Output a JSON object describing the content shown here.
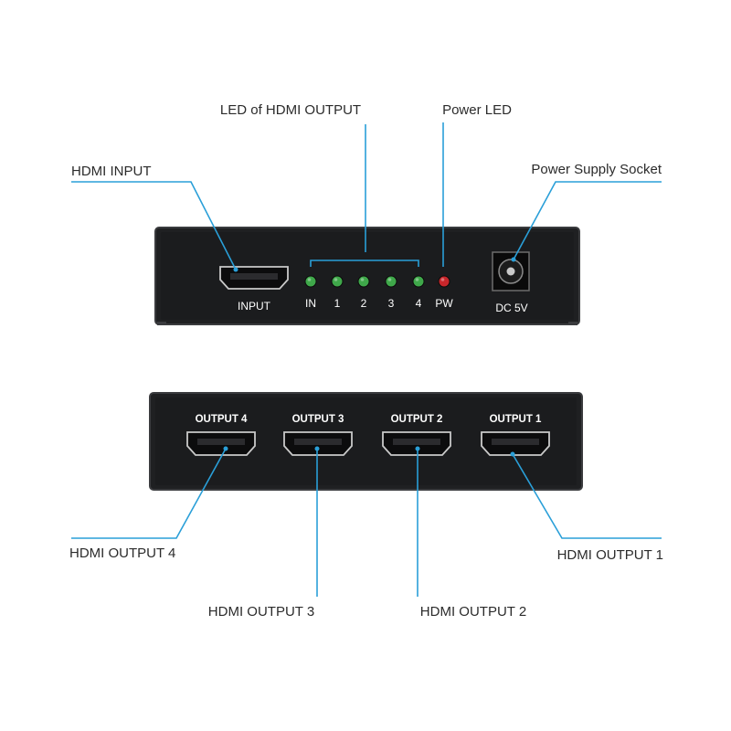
{
  "callouts": {
    "hdmi_input": "HDMI INPUT",
    "led_output": "LED of HDMI OUTPUT",
    "power_led": "Power LED",
    "power_socket": "Power Supply Socket",
    "hdmi_output_4": "HDMI OUTPUT 4",
    "hdmi_output_3": "HDMI OUTPUT 3",
    "hdmi_output_2": "HDMI OUTPUT 2",
    "hdmi_output_1": "HDMI OUTPUT 1"
  },
  "front_panel": {
    "input_label": "INPUT",
    "leds": [
      {
        "label": "IN",
        "color": "#3fa84a"
      },
      {
        "label": "1",
        "color": "#3fa84a"
      },
      {
        "label": "2",
        "color": "#3fa84a"
      },
      {
        "label": "3",
        "color": "#3fa84a"
      },
      {
        "label": "4",
        "color": "#3fa84a"
      },
      {
        "label": "PW",
        "color": "#c8262b"
      }
    ],
    "dc_label": "DC 5V"
  },
  "back_panel": {
    "ports": [
      "OUTPUT 4",
      "OUTPUT 3",
      "OUTPUT 2",
      "OUTPUT 1"
    ]
  },
  "colors": {
    "leader": "#2a9fd8",
    "panel": "#1f2022",
    "panel_edge": "#3a3b3e"
  }
}
